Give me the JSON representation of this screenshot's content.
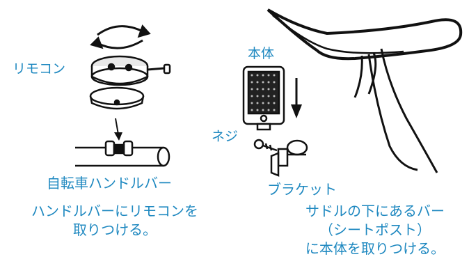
{
  "labels": {
    "remote": "リモコン",
    "handlebar": "自転車ハンドルバー",
    "main_unit": "本体",
    "screw": "ネジ",
    "bracket": "ブラケット"
  },
  "captions": {
    "left_line1": "ハンドルバーにリモコンを",
    "left_line2": "取りつける。",
    "right_line1": "サドルの下にあるバー",
    "right_line2": "（シートポスト）",
    "right_line3": "に本体を取りつける。"
  },
  "colors": {
    "label_text": "#1e88c0",
    "line_art": "#111111"
  }
}
